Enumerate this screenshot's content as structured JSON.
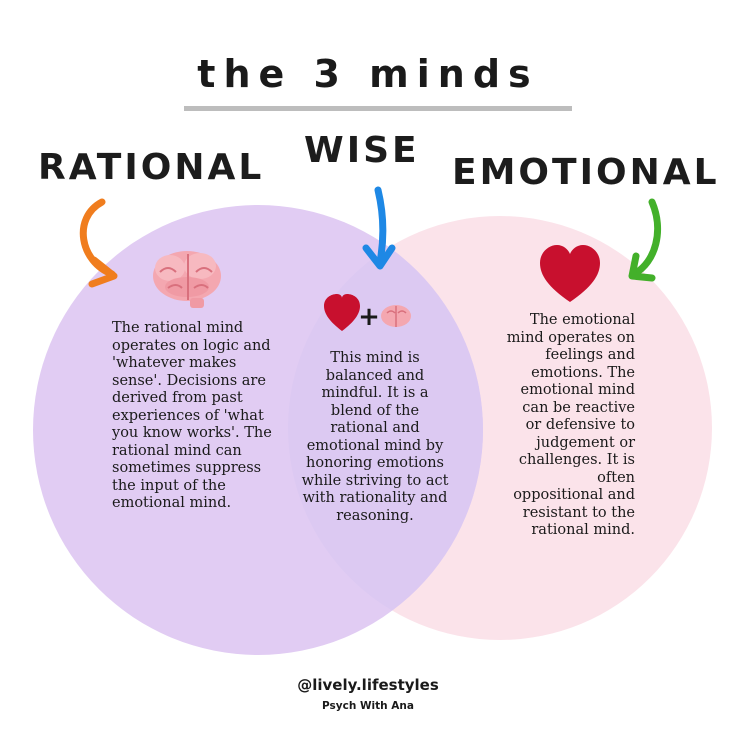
{
  "title": "the 3 minds",
  "labels": {
    "rational": "RATIONAL",
    "wise": "WISE",
    "emotional": "EMOTIONAL"
  },
  "descriptions": {
    "rational": "The rational mind operates on logic and 'whatever makes sense'. Decisions are derived from past experiences of 'what you know works'. The rational mind can sometimes suppress the input of the emotional mind.",
    "wise": "This mind is balanced and mindful. It is a blend of the rational and emotional mind by honoring emotions while striving to act with rationality and reasoning.",
    "emotional": "The emotional mind operates on feelings and emotions. The emotional mind can be reactive or defensive to judgement or challenges. It is often oppositional and resistant to the rational mind."
  },
  "wise_symbol": "+",
  "footer": {
    "handle": "@lively.lifestyles",
    "credit": "Psych With Ana"
  },
  "icons": {
    "rational": "brain-icon",
    "wise": "heart-plus-brain-icon",
    "emotional": "heart-icon",
    "arrows": [
      "orange-arrow-icon",
      "blue-arrow-icon",
      "green-arrow-icon"
    ]
  },
  "colors": {
    "rational_circle": "#e1ccf3",
    "emotional_circle": "#fbe3ea",
    "overlap": "#dcc9f2",
    "rational_arrow": "#f07d1e",
    "wise_arrow": "#1e88e5",
    "emotional_arrow": "#43b02a",
    "heart": "#c8102e",
    "brain": "#f2a0a8"
  }
}
